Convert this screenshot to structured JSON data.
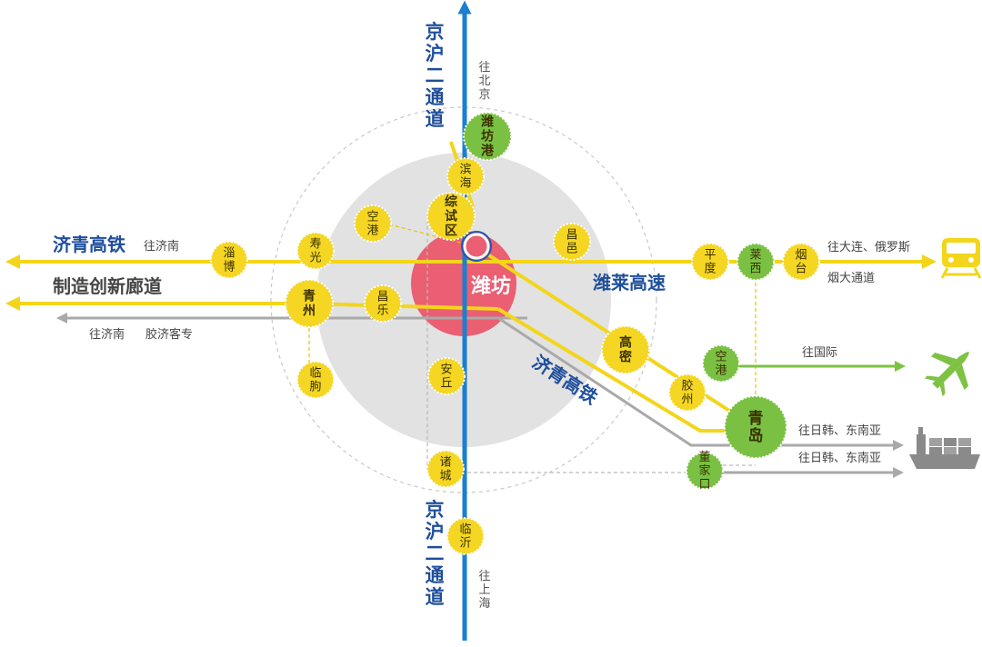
{
  "corridors": {
    "jinghu_top": "京沪二通道",
    "jinghu_bottom": "京沪二通道",
    "to_beijing": "往北京",
    "to_shanghai": "往上海",
    "jiqing_hsr_west": "济青高铁",
    "jiqing_hsr_west_dest": "往济南",
    "manufacturing_corridor": "制造创新廊道",
    "jiqing_passenger_dest": "往济南",
    "jiqing_passenger": "胶济客专",
    "weilai_expressway": "潍莱高速",
    "jiqing_hsr_diag": "济青高铁",
    "to_dalian_russia": "往大连、俄罗斯",
    "yantai_dalian_channel": "烟大通道",
    "to_international": "往国际",
    "to_japan_korea_sea_1": "往日韩、东南亚",
    "to_japan_korea_sea_2": "往日韩、东南亚"
  },
  "center": {
    "name": "潍坊"
  },
  "nodes": {
    "weifang_port": "潍坊港",
    "binhai": "滨海",
    "zongshiqu": "综试区",
    "kong_gang_w": "空港",
    "changyi": "昌邑",
    "zibo": "淄博",
    "shouguang": "寿光",
    "qingzhou": "青州",
    "changle": "昌乐",
    "linqu": "临朐",
    "anqiu": "安丘",
    "zhucheng": "诸城",
    "linyi": "临沂",
    "pingdu": "平度",
    "laixi": "莱西",
    "yantai": "烟台",
    "gaomi": "高密",
    "jiaozhou": "胶州",
    "kong_gang_e": "空港",
    "qingdao": "青岛",
    "dongjiakou": "董家口"
  },
  "icons": {
    "train": "train-icon",
    "plane": "airplane-icon",
    "ship": "cargo-ship-icon"
  },
  "colors": {
    "blue_axis": "#1a7fd0",
    "yellow_line": "#f3d51b",
    "green_line": "#7dc242",
    "grey_line": "#a9a9a9",
    "center_pink": "#ea5f72",
    "halo_grey": "#e2e2e2",
    "node_yellow": "#f4d623",
    "node_green": "#7ac143",
    "label_blue": "#1f4e9c"
  }
}
